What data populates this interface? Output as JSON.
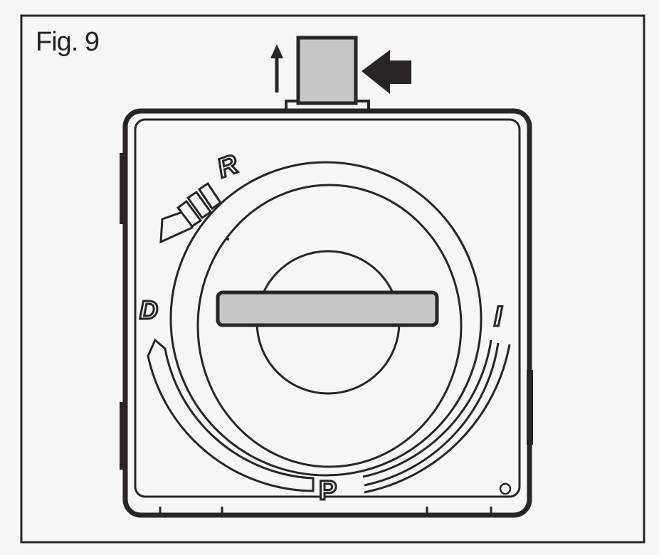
{
  "figure": {
    "caption": "Fig. 9",
    "labels": {
      "reverse": "R",
      "drive": "D",
      "intermediate": "I",
      "park": "P"
    },
    "colors": {
      "line": "#2a2424",
      "paper": "#f7f6f3",
      "shade": "#c8c6c2"
    }
  }
}
